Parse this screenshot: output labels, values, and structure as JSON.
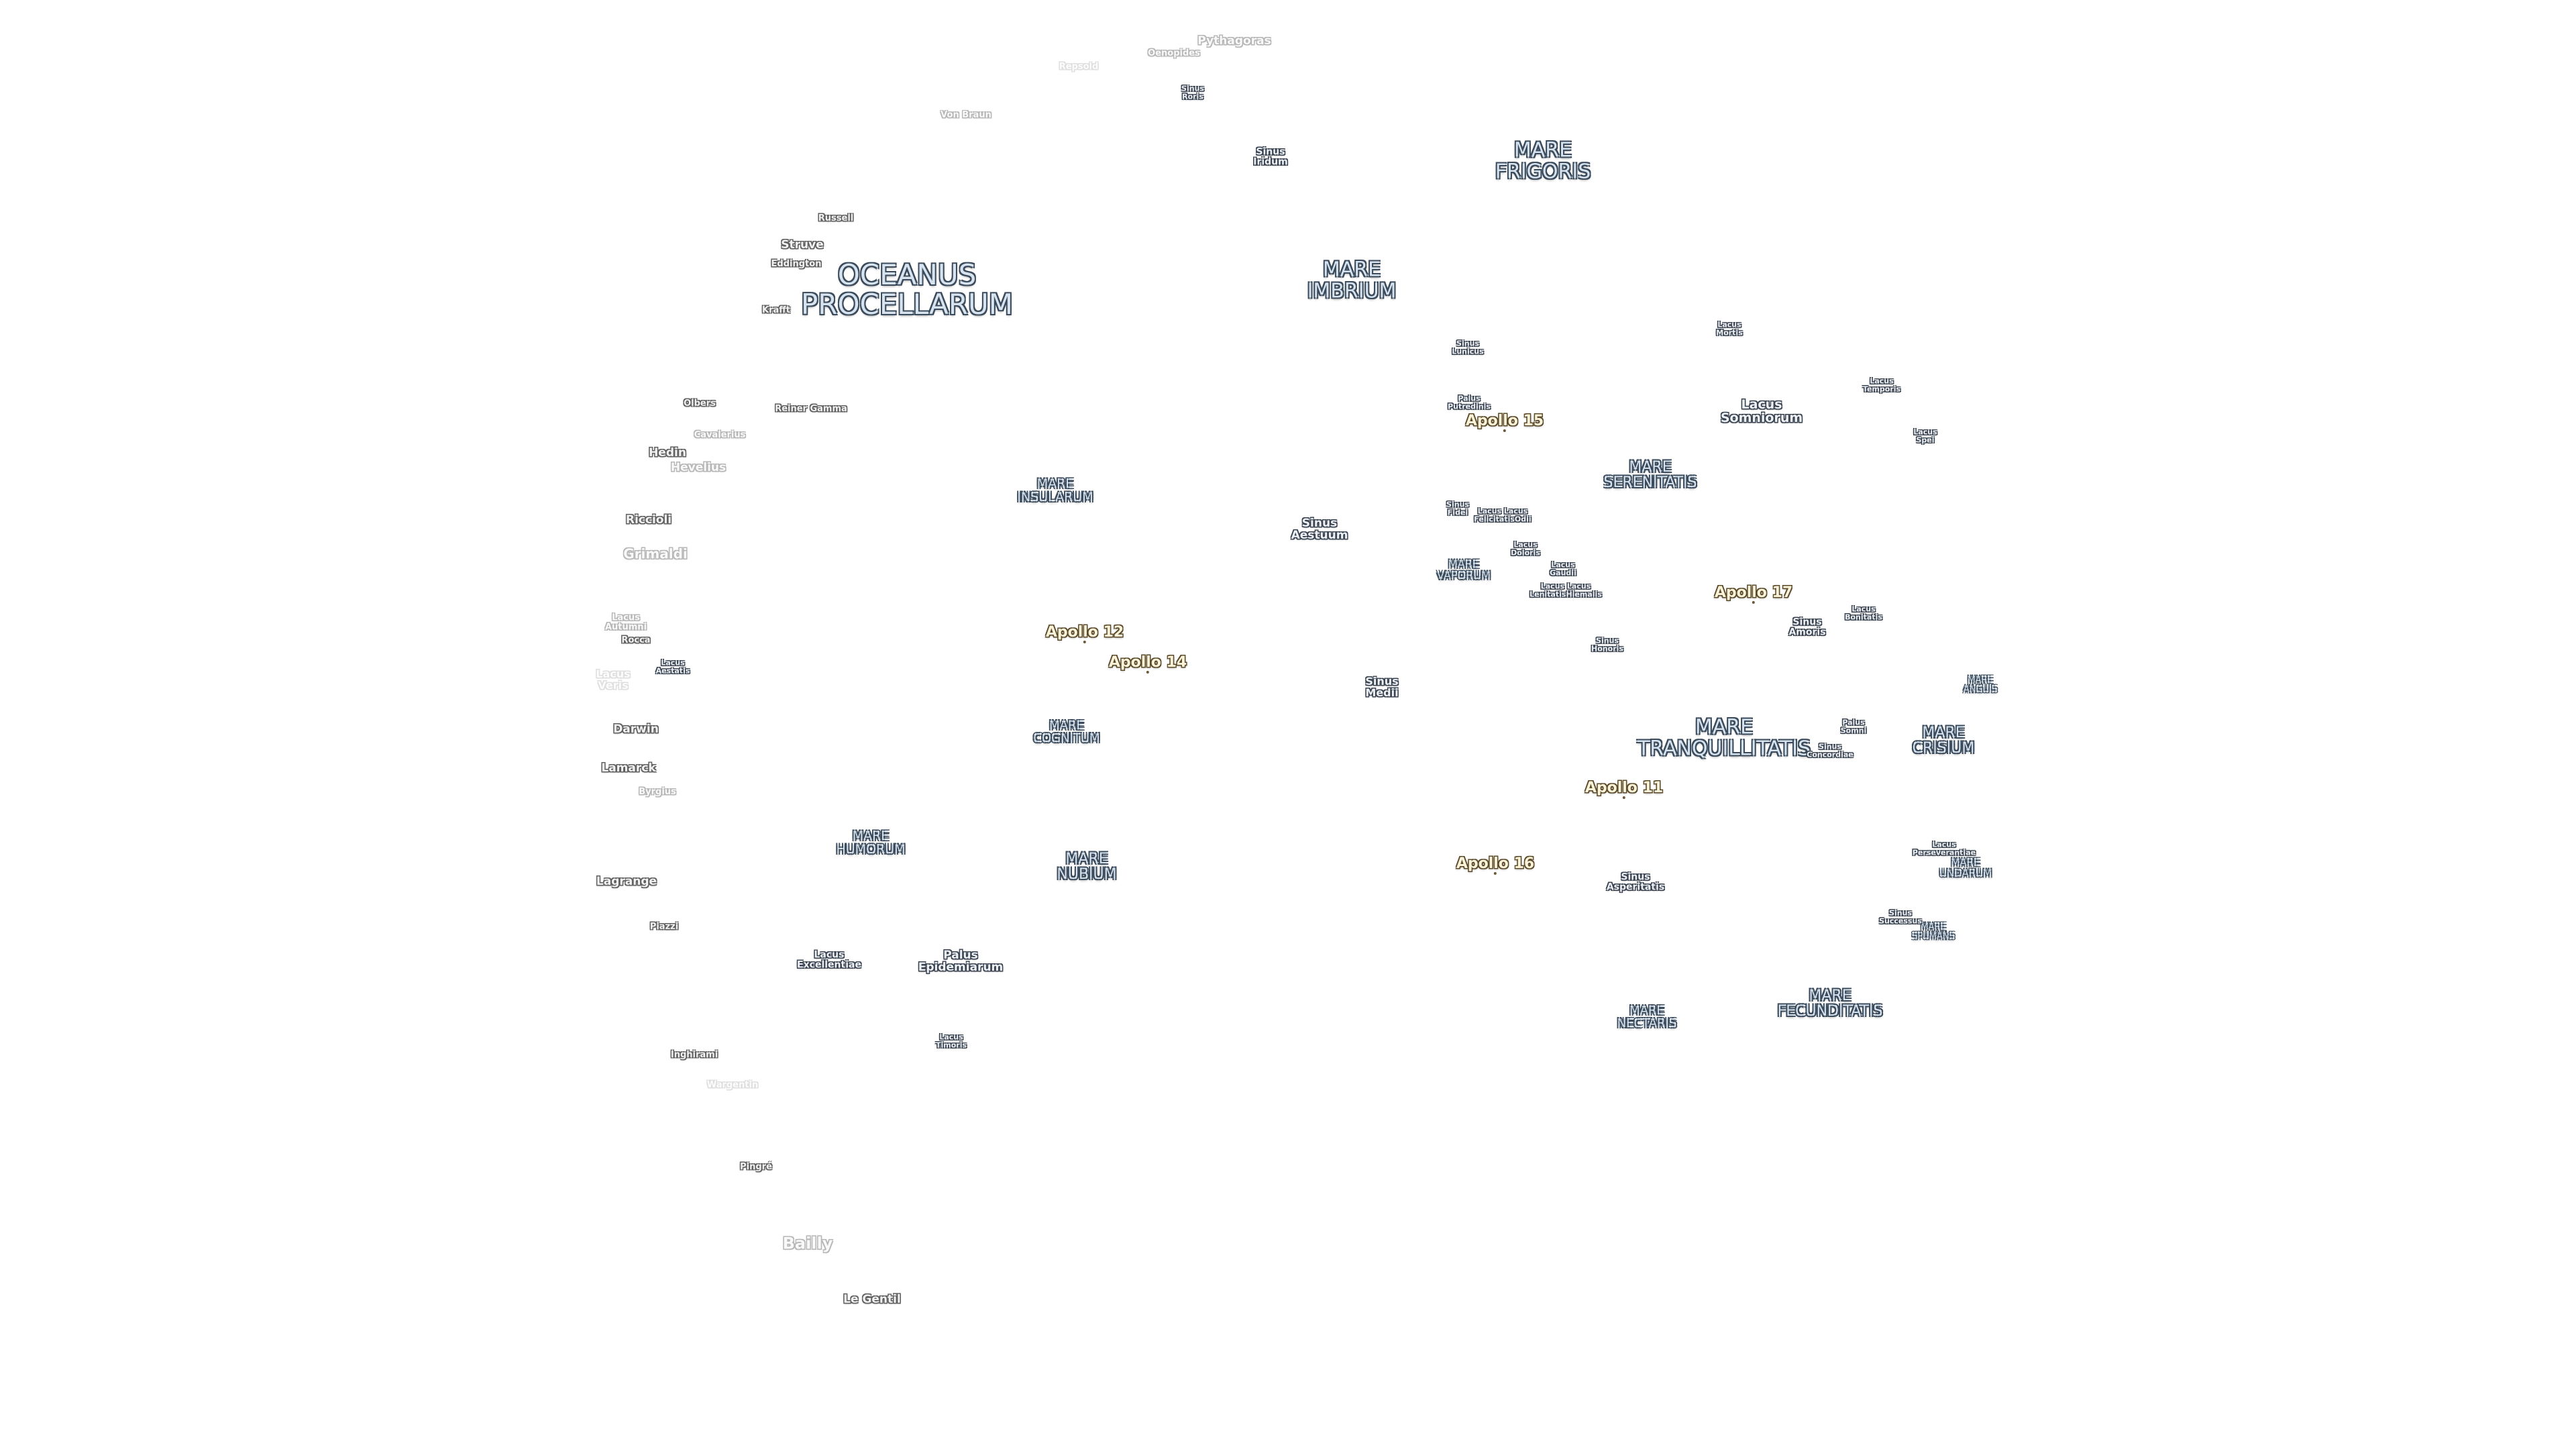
{
  "labels": {
    "oceanus_procellarum": [
      "OCEANUS",
      "PROCELLARUM"
    ],
    "mare_frigoris": [
      "MARE",
      "FRIGORIS"
    ],
    "mare_imbrium": [
      "MARE",
      "IMBRIUM"
    ],
    "mare_serenitatis": [
      "MARE",
      "SERENITATIS"
    ],
    "mare_tranquillitatis": [
      "MARE",
      "TRANQUILLITATIS"
    ],
    "mare_crisium": [
      "MARE",
      "CRISIUM"
    ],
    "mare_fecunditatis": [
      "MARE",
      "FECUNDITATIS"
    ],
    "mare_nectaris": [
      "MARE",
      "NECTARIS"
    ],
    "mare_nubium": [
      "MARE",
      "NUBIUM"
    ],
    "mare_humorum": [
      "MARE",
      "HUMORUM"
    ],
    "mare_cognitum": [
      "MARE",
      "COGNITUM"
    ],
    "mare_insularum": [
      "MARE",
      "INSULARUM"
    ],
    "mare_vaporum": [
      "MARE",
      "VAPORUM"
    ],
    "mare_undarum": [
      "MARE",
      "UNDARUM"
    ],
    "mare_spumans": [
      "MARE",
      "SPUMANS"
    ],
    "mare_anguis": [
      "MARE",
      "ANGUIS"
    ],
    "sinus_roris": [
      "Sinus",
      "Roris"
    ],
    "sinus_iridum": [
      "Sinus",
      "Iridum"
    ],
    "sinus_lunicus": [
      "Sinus",
      "Lunicus"
    ],
    "sinus_aestuum": [
      "Sinus",
      "Aestuum"
    ],
    "sinus_fidei": [
      "Sinus",
      "Fidei"
    ],
    "sinus_honoris": [
      "Sinus",
      "Honoris"
    ],
    "sinus_medii": [
      "Sinus",
      "Medii"
    ],
    "sinus_amoris": [
      "Sinus",
      "Amoris"
    ],
    "sinus_concordiae": [
      "Sinus",
      "Concordiae"
    ],
    "sinus_asperitatis": [
      "Sinus",
      "Asperitatis"
    ],
    "sinus_successus": [
      "Sinus",
      "Successus"
    ],
    "lacus_mortis": [
      "Lacus",
      "Mortis"
    ],
    "lacus_temporis": [
      "Lacus",
      "Temporis"
    ],
    "lacus_somniorum": [
      "Lacus",
      "Somniorum"
    ],
    "lacus_spei": [
      "Lacus",
      "Spei"
    ],
    "lacus_felicitatis": [
      "Lacus Lacus",
      "FelicitatisOdii"
    ],
    "lacus_doloris": [
      "Lacus",
      "Doloris"
    ],
    "lacus_gaudii": [
      "Lacus",
      "Gaudii"
    ],
    "lacus_lenitatis": [
      "Lacus Lacus",
      "LenitatisHiemalis"
    ],
    "lacus_bonitatis": [
      "Lacus",
      "Bonitatis"
    ],
    "lacus_autumni": [
      "Lacus",
      "Autumni"
    ],
    "lacus_aestatis": [
      "Lacus",
      "Aestatis"
    ],
    "lacus_veris": [
      "Lacus",
      "Veris"
    ],
    "lacus_excellentiae": [
      "Lacus",
      "Excellentiae"
    ],
    "lacus_timoris": [
      "Lacus",
      "Timoris"
    ],
    "lacus_perseverantiae": [
      "Lacus",
      "Perseverantiae"
    ],
    "palus_putredinis": [
      "Palus",
      "Putredinis"
    ],
    "palus_somni": [
      "Palus",
      "Somni"
    ],
    "palus_epidemiarum": [
      "Palus",
      "Epidemiarum"
    ],
    "pythagoras": "Pythagoras",
    "oenopides": "Oenopides",
    "repsold": "Repsold",
    "von_braun": "Von Braun",
    "russell": "Russell",
    "struve": "Struve",
    "eddington": "Eddington",
    "krafft": "Krafft",
    "olbers": "Olbers",
    "reiner_gamma": "Reiner Gamma",
    "cavalerius": "Cavalerius",
    "hedin": "Hedin",
    "hevelius": "Hevelius",
    "riccioli": "Riccioli",
    "grimaldi": "Grimaldi",
    "rocca": "Rocca",
    "darwin": "Darwin",
    "lamarck": "Lamarck",
    "byrgius": "Byrgius",
    "lagrange": "Lagrange",
    "piazzi": "Piazzi",
    "inghirami": "Inghirami",
    "wargentin": "Wargentin",
    "phocylides": "Pingré",
    "bailly": "Bailly",
    "le_gentil": "Le Gentil",
    "apollo_11": "Apollo 11",
    "apollo_12": "Apollo 12",
    "apollo_14": "Apollo 14",
    "apollo_15": "Apollo 15",
    "apollo_16": "Apollo 16",
    "apollo_17": "Apollo 17"
  }
}
